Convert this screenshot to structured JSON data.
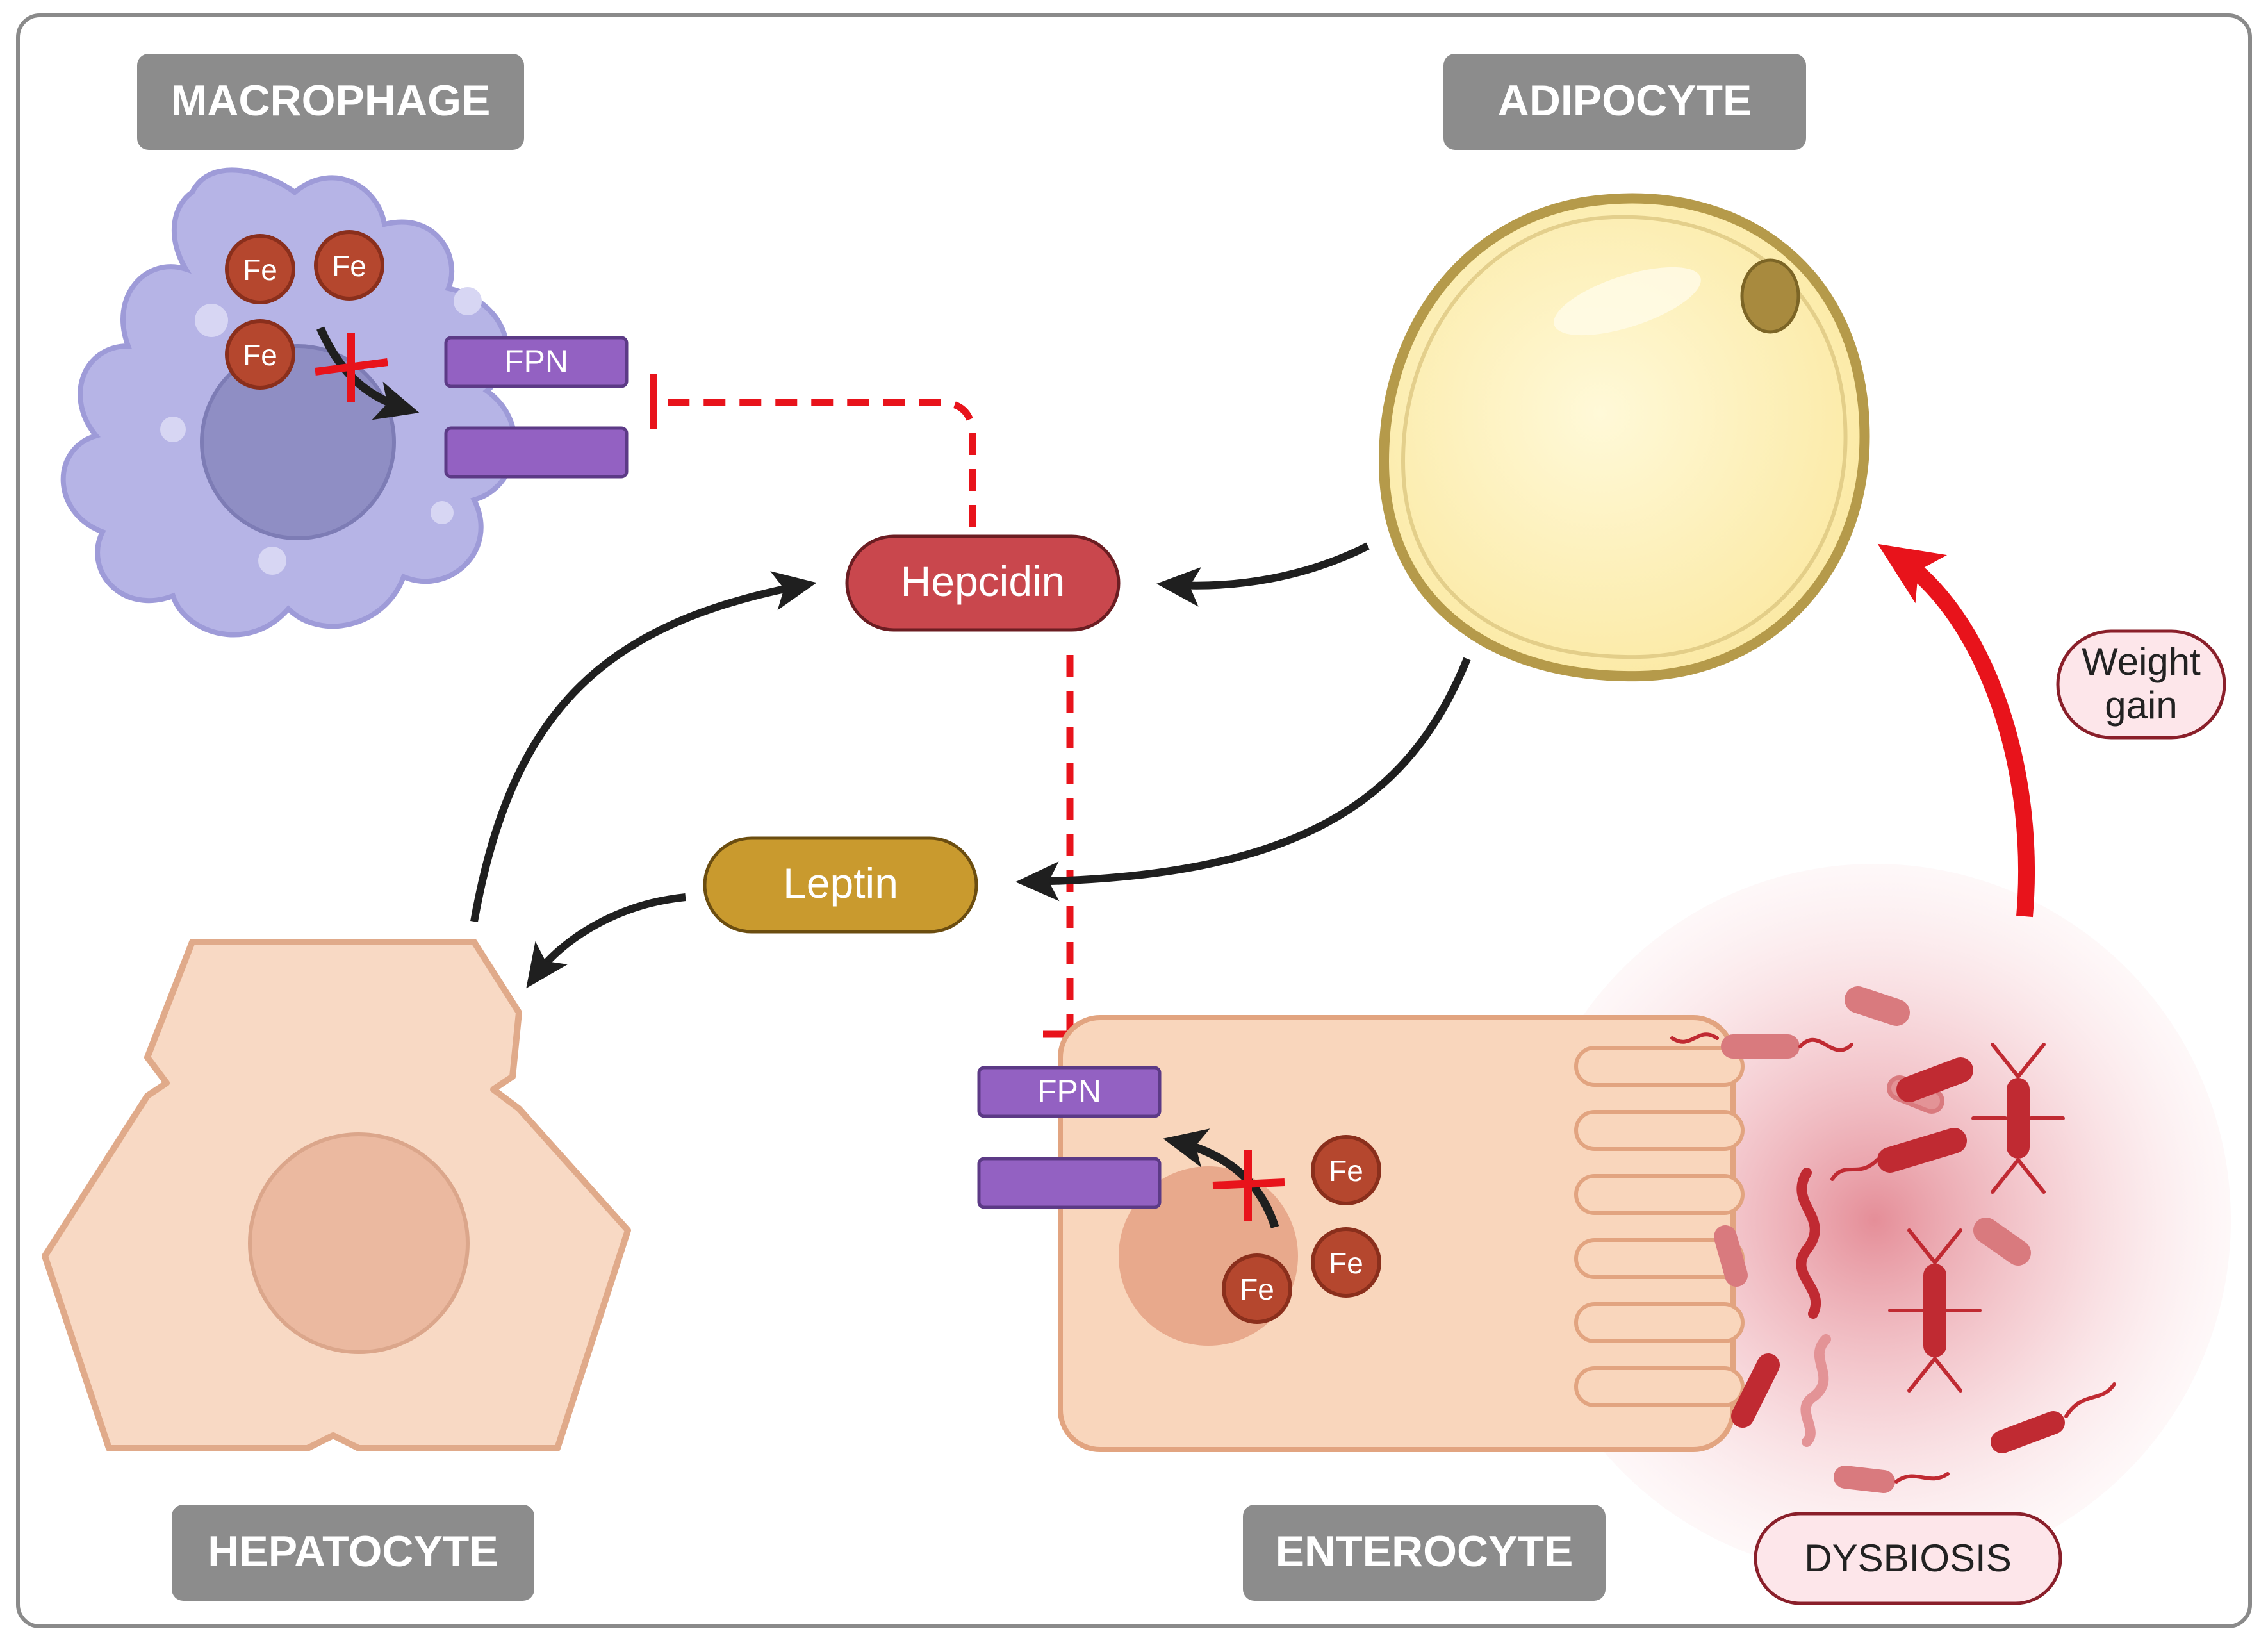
{
  "cells": {
    "macrophage": "MACROPHAGE",
    "adipocyte": "ADIPOCYTE",
    "hepatocyte": "HEPATOCYTE",
    "enterocyte": "ENTEROCYTE"
  },
  "mediators": {
    "hepcidin": "Hepcidin",
    "leptin": "Leptin"
  },
  "iron": {
    "macrophage": [
      "Fe",
      "Fe",
      "Fe"
    ],
    "enterocyte": [
      "Fe",
      "Fe",
      "Fe"
    ]
  },
  "transporters": {
    "macrophage_fpn": "FPN",
    "enterocyte_fpn": "FPN"
  },
  "notes": {
    "weight_gain_line1": "Weight",
    "weight_gain_line2": "gain",
    "dysbiosis": "DYSBIOSIS"
  },
  "colors": {
    "title_box": "#8c8c8c",
    "hepcidin": "#c9474d",
    "leptin": "#c99a2e",
    "fpn": "#9361c2",
    "fe": "#b5472e",
    "inhibition": "#e8131b",
    "arrow": "#1f1f1f"
  },
  "icons": [
    "macrophage-cell-icon",
    "adipocyte-cell-icon",
    "hepatocyte-cell-icon",
    "enterocyte-cell-icon",
    "bacteria-icon"
  ]
}
